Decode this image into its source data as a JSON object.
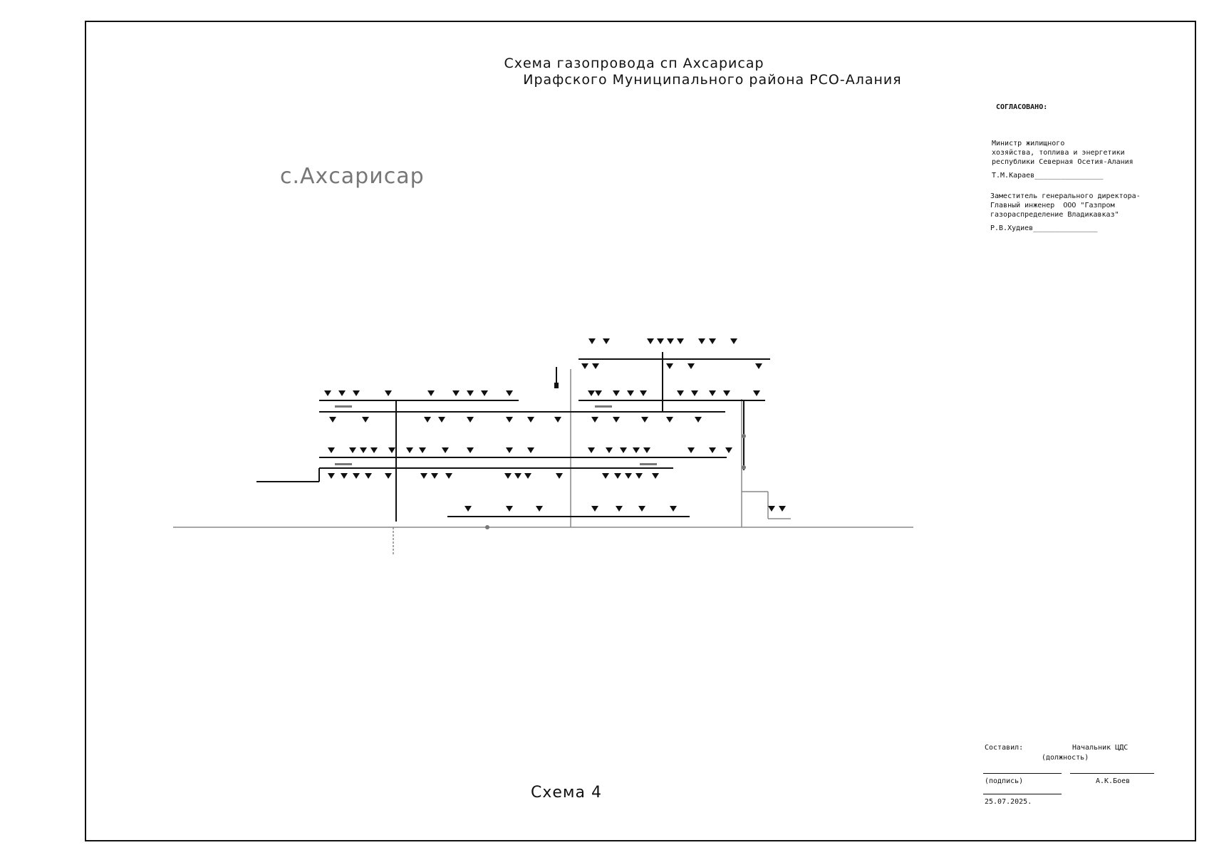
{
  "title": {
    "line1": "Схема газопровода сп Ахсарисар",
    "line2": "Ирафского  Муниципального района РСО-Алания"
  },
  "village_label": "с.Ахсарисар",
  "scheme_label": "Схема 4",
  "approval": {
    "heading": "СОГЛАСОВАНО:",
    "minister_title_1": "Министр жилищного",
    "minister_title_2": "хозяйства, топлива и энергетики",
    "minister_title_3": "республики Северная Осетия-Алания",
    "minister_name": "Т.М.Караев________________",
    "deputy_title_1": "Заместитель генерального директора-",
    "deputy_title_2": "Главный инженер  ООО \"Газпром",
    "deputy_title_3": "газораспределение Владикавказ\"",
    "deputy_name": "Р.В.Худиев_______________"
  },
  "signature_block": {
    "compiled_label": "Составил:",
    "position_value": "Начальник ЦДС",
    "position_caption": "(должность)",
    "signature_caption": "(подпись)",
    "signer_name": "А.К.Боев",
    "date": "25.07.2025."
  },
  "colors": {
    "line": "#111111",
    "gray": "#888888"
  }
}
